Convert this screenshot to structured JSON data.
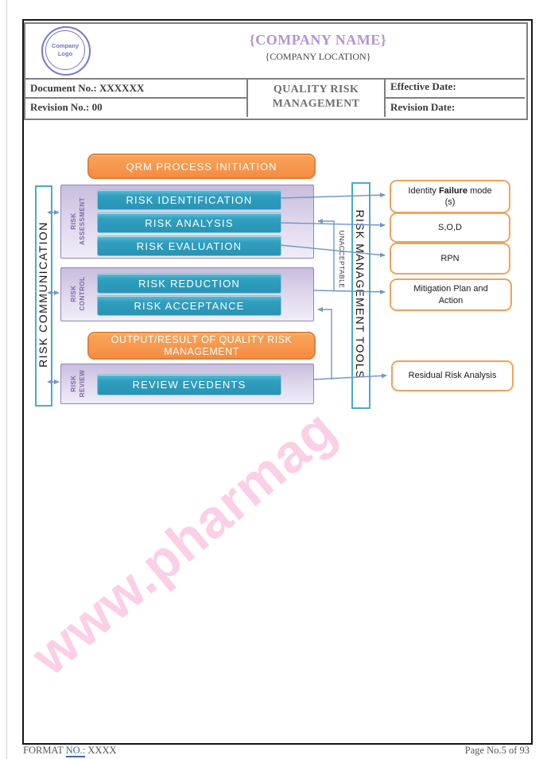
{
  "header": {
    "logo_line1": "Company",
    "logo_line2": "Logo",
    "company_name": "{COMPANY NAME}",
    "company_location": "{COMPANY LOCATION}",
    "document_no": "Document No.: XXXXXX",
    "revision_no": "Revision No.: 00",
    "doc_title_line1": "QUALITY RISK",
    "doc_title_line2": "MANAGEMENT",
    "effective_date": "Effective Date:",
    "revision_date": "Revision Date:"
  },
  "diagram": {
    "qrm_initiation": "QRM PROCESS INITIATION",
    "risk_communication": "RISK COMMUNICATION",
    "risk_management_tools": "RISK MANAGEMENT TOOLS",
    "unacceptable": "UNACCEPTABLE",
    "groups": {
      "assessment": {
        "label_line1": "RISK",
        "label_line2": "ASSESSMENT",
        "steps": [
          "RISK IDENTIFICATION",
          "RISK ANALYSIS",
          "RISK EVALUATION"
        ]
      },
      "control": {
        "label_line1": "RISK",
        "label_line2": "CONTROL",
        "steps": [
          "RISK REDUCTION",
          "RISK ACCEPTANCE"
        ]
      },
      "review": {
        "label_line1": "RISK",
        "label_line2": "REVIEW",
        "steps": [
          "REVIEW EVEDENTS"
        ]
      }
    },
    "output_line1": "OUTPUT/RESULT OF QUALITY RISK",
    "output_line2": "MANAGEMENT",
    "tools": {
      "identity_pre": "Identity ",
      "identity_bold": "Failure",
      "identity_post": " mode",
      "identity_line2": "(s)",
      "sod": "S,O,D",
      "rpn": "RPN",
      "mitigation_line1": "Mitigation Plan and",
      "mitigation_line2": "Action",
      "residual": "Residual Risk Analysis"
    }
  },
  "watermark": "www.pharmag",
  "footer": {
    "format_pre": "FORMAT ",
    "format_no": "NO.:",
    "format_post": " XXXX",
    "page": "Page No.5 of 93"
  },
  "colors": {
    "accent_orange": "#F79646",
    "accent_teal": "#2F9FC0",
    "accent_purple": "#B394D4",
    "bar_border": "#4BACC6",
    "connector": "#7396C8",
    "watermark_pink": "#FBCFE6"
  }
}
